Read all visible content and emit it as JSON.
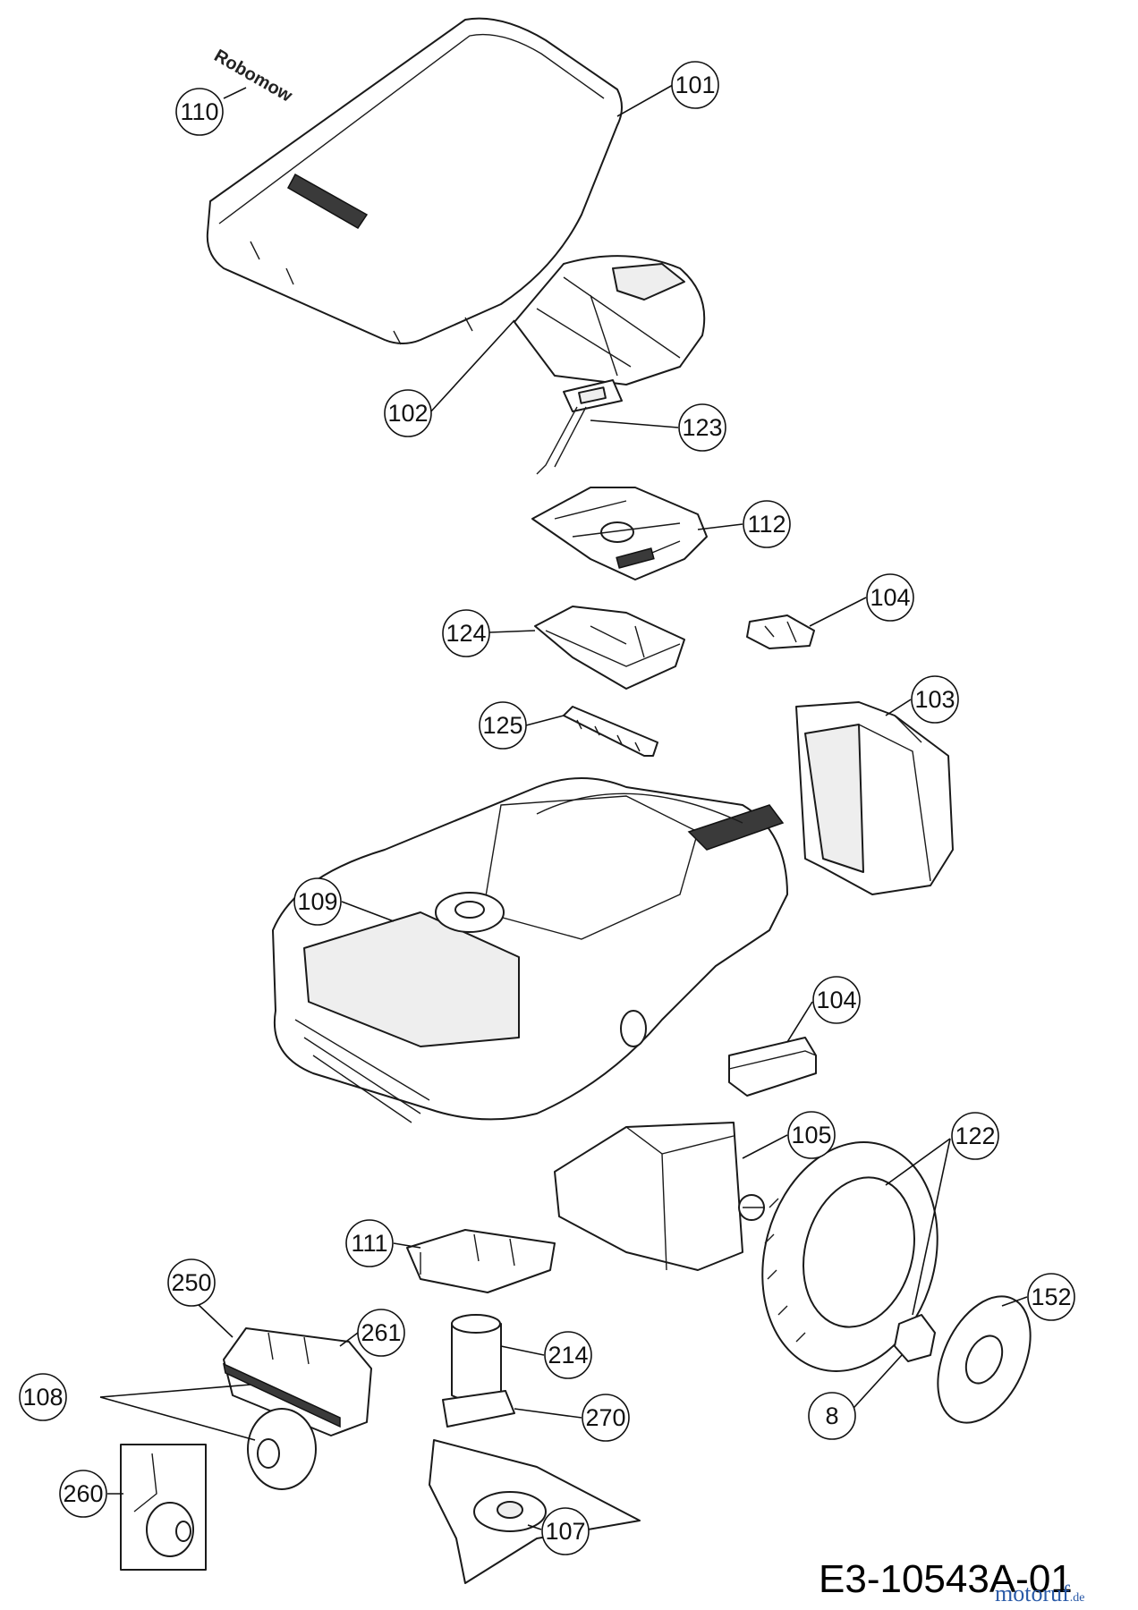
{
  "drawing_reference": "E3-10543A-01",
  "watermark": {
    "text": "motoruf",
    "suffix": ".de",
    "color": "#2a5aa8"
  },
  "logo_lettering": "Robomow",
  "callouts": [
    {
      "id": "c101",
      "label": "101"
    },
    {
      "id": "c110",
      "label": "110"
    },
    {
      "id": "c102",
      "label": "102"
    },
    {
      "id": "c123",
      "label": "123"
    },
    {
      "id": "c112",
      "label": "112"
    },
    {
      "id": "c104a",
      "label": "104"
    },
    {
      "id": "c124",
      "label": "124"
    },
    {
      "id": "c103",
      "label": "103"
    },
    {
      "id": "c125",
      "label": "125"
    },
    {
      "id": "c109",
      "label": "109"
    },
    {
      "id": "c104b",
      "label": "104"
    },
    {
      "id": "c105",
      "label": "105"
    },
    {
      "id": "c122",
      "label": "122"
    },
    {
      "id": "c111",
      "label": "111"
    },
    {
      "id": "c250",
      "label": "250"
    },
    {
      "id": "c261",
      "label": "261"
    },
    {
      "id": "c214",
      "label": "214"
    },
    {
      "id": "c152",
      "label": "152"
    },
    {
      "id": "c108",
      "label": "108"
    },
    {
      "id": "c270",
      "label": "270"
    },
    {
      "id": "c8",
      "label": "8"
    },
    {
      "id": "c260",
      "label": "260"
    },
    {
      "id": "c107",
      "label": "107"
    }
  ]
}
